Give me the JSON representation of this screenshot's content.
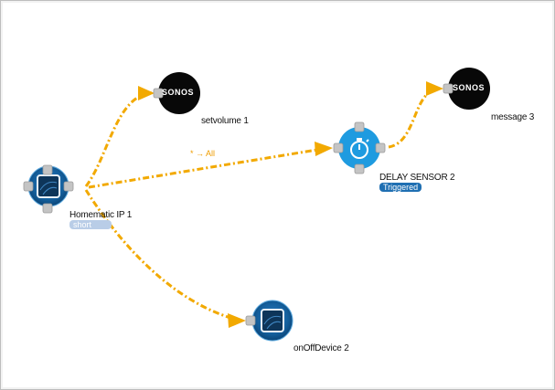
{
  "nodes": {
    "homematic": {
      "label": "Homematic IP 1",
      "badge": "short"
    },
    "sonos1": {
      "logo": "SONOS",
      "label": "setvolume 1"
    },
    "sonos2": {
      "logo": "SONOS",
      "label": "message 3"
    },
    "delay": {
      "label": "DELAY SENSOR 2",
      "badge": "Triggered"
    },
    "onoff": {
      "label": "onOffDevice 2"
    }
  },
  "edges": {
    "to_delay_label": "* → All"
  },
  "colors": {
    "edge": "#f2a900",
    "delay_blue": "#1e9be0",
    "port": "#c4c4c4",
    "device_ring": "#1a6aa8",
    "device_inner": "#0f3a63"
  },
  "icons": {
    "homematic": "device-tile-icon",
    "delay": "stopwatch-icon",
    "onoff": "device-tile-icon"
  }
}
